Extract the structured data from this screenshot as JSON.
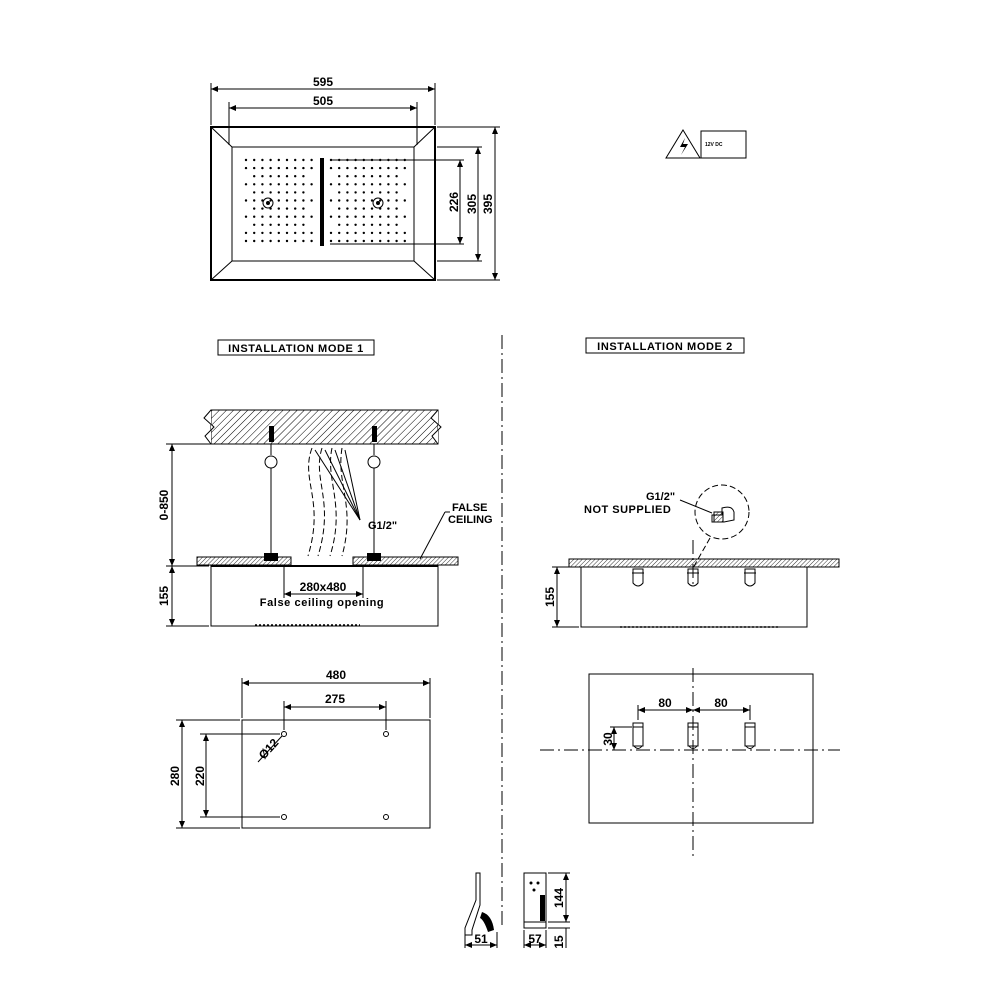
{
  "top_view": {
    "width_outer": "595",
    "width_inner": "505",
    "height_inner_a": "226",
    "height_inner_b": "305",
    "height_outer": "395"
  },
  "warning": {
    "voltage": "12V DC"
  },
  "mode1": {
    "title": "INSTALLATION MODE 1",
    "drop_range": "0-850",
    "thread": "G1/2\"",
    "false_ceiling_line1": "FALSE",
    "false_ceiling_line2": "CEILING",
    "opening_size": "280x480",
    "opening_label": "False ceiling opening",
    "height": "155",
    "plate_width": "480",
    "hole_spacing_x": "275",
    "plate_height": "280",
    "hole_spacing_y": "220",
    "hole_diameter": "Ø12"
  },
  "mode2": {
    "title": "INSTALLATION MODE 2",
    "thread": "G1/2\"",
    "not_supplied": "NOT SUPPLIED",
    "height": "155",
    "spacing_left": "80",
    "spacing_right": "80",
    "offset": "30"
  },
  "control": {
    "side_depth": "51",
    "front_width": "57",
    "front_height": "144",
    "base_height": "15"
  }
}
